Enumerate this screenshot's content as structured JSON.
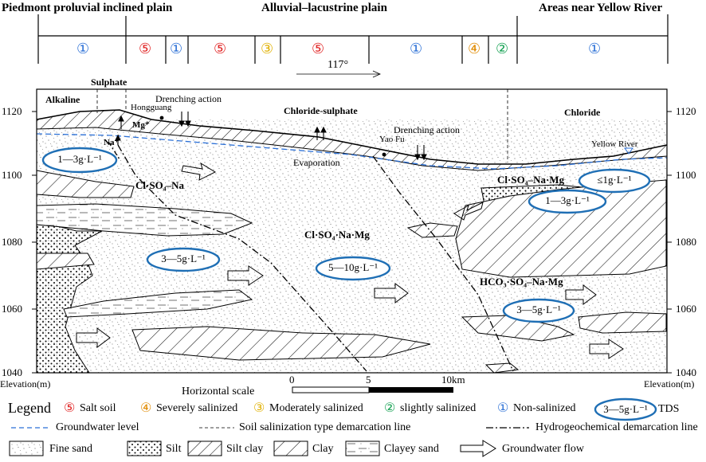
{
  "header": {
    "regions": [
      "Piedmont proluvial inclined plain",
      "Alluvial–lacustrine plain",
      "Areas near Yellow River"
    ]
  },
  "zones": [
    {
      "label": "①",
      "color": "#2a6fd6"
    },
    {
      "label": "⑤",
      "color": "#e02020"
    },
    {
      "label": "①",
      "color": "#2a6fd6"
    },
    {
      "label": "⑤",
      "color": "#e02020"
    },
    {
      "label": "③",
      "color": "#e0b000"
    },
    {
      "label": "⑤",
      "color": "#e02020"
    },
    {
      "label": "①",
      "color": "#2a6fd6"
    },
    {
      "label": "④",
      "color": "#e08a00"
    },
    {
      "label": "②",
      "color": "#12a050"
    },
    {
      "label": "①",
      "color": "#2a6fd6"
    }
  ],
  "direction": "117°",
  "water_types": {
    "alkaline": "Alkaline",
    "sulphate": "Sulphate",
    "chloride_sulphate": "Chloride-sulphate",
    "chloride": "Chloride"
  },
  "places": {
    "hongguang": "Hongguang",
    "yaofu": "Yao Fu",
    "yellow_river": "Yellow River"
  },
  "actions": {
    "drenching1": "Drenching action",
    "drenching2": "Drenching action",
    "evaporation": "Evaporation"
  },
  "ions": {
    "mg": "Mg⁺",
    "na": "Na⁺"
  },
  "hydro": {
    "h1": "Cl·SO₄–Na",
    "h2": "Cl·SO₄·Na·Mg",
    "h3": "Cl·SO₄–Na·Mg",
    "h4": "HCO₃·SO₄–Na·Mg"
  },
  "tds": {
    "t1": "1—3g·L⁻¹",
    "t2": "3—5g·L⁻¹",
    "t3": "5—10g·L⁻¹",
    "t4": "≤1g·L⁻¹",
    "t5": "1—3g·L⁻¹",
    "t6": "3—5g·L⁻¹"
  },
  "elevation": {
    "ticks": [
      "1120",
      "1100",
      "1080",
      "1060",
      "1040"
    ],
    "label": "Elevation(m)"
  },
  "scale": {
    "title": "Horizontal scale",
    "ticks": [
      "0",
      "5",
      "10km"
    ]
  },
  "legend": {
    "title": "Legend",
    "salt_symbol": "⑤",
    "salt": "Salt soil",
    "sev_symbol": "④",
    "severe": "Severely salinized",
    "mod_symbol": "③",
    "moderate": "Moderately salinized",
    "sli_symbol": "②",
    "slight": "slightly salinized",
    "non_symbol": "①",
    "non": "Non-salinized",
    "tds_sample": "3—5g·L⁻¹",
    "tds": "TDS",
    "gw_level": "Groundwater level",
    "soil_line": "Soil salinization type demarcation line",
    "hydro_line": "Hydrogeochemical demarcation line",
    "fine_sand": "Fine sand",
    "silt": "Silt",
    "silt_clay": "Silt clay",
    "clay": "Clay",
    "clayey_sand": "Clayey sand",
    "gw_flow": "Groundwater flow"
  },
  "colors": {
    "tds_ellipse": "#1f6fb5",
    "groundwater": "#2a6fd6"
  }
}
